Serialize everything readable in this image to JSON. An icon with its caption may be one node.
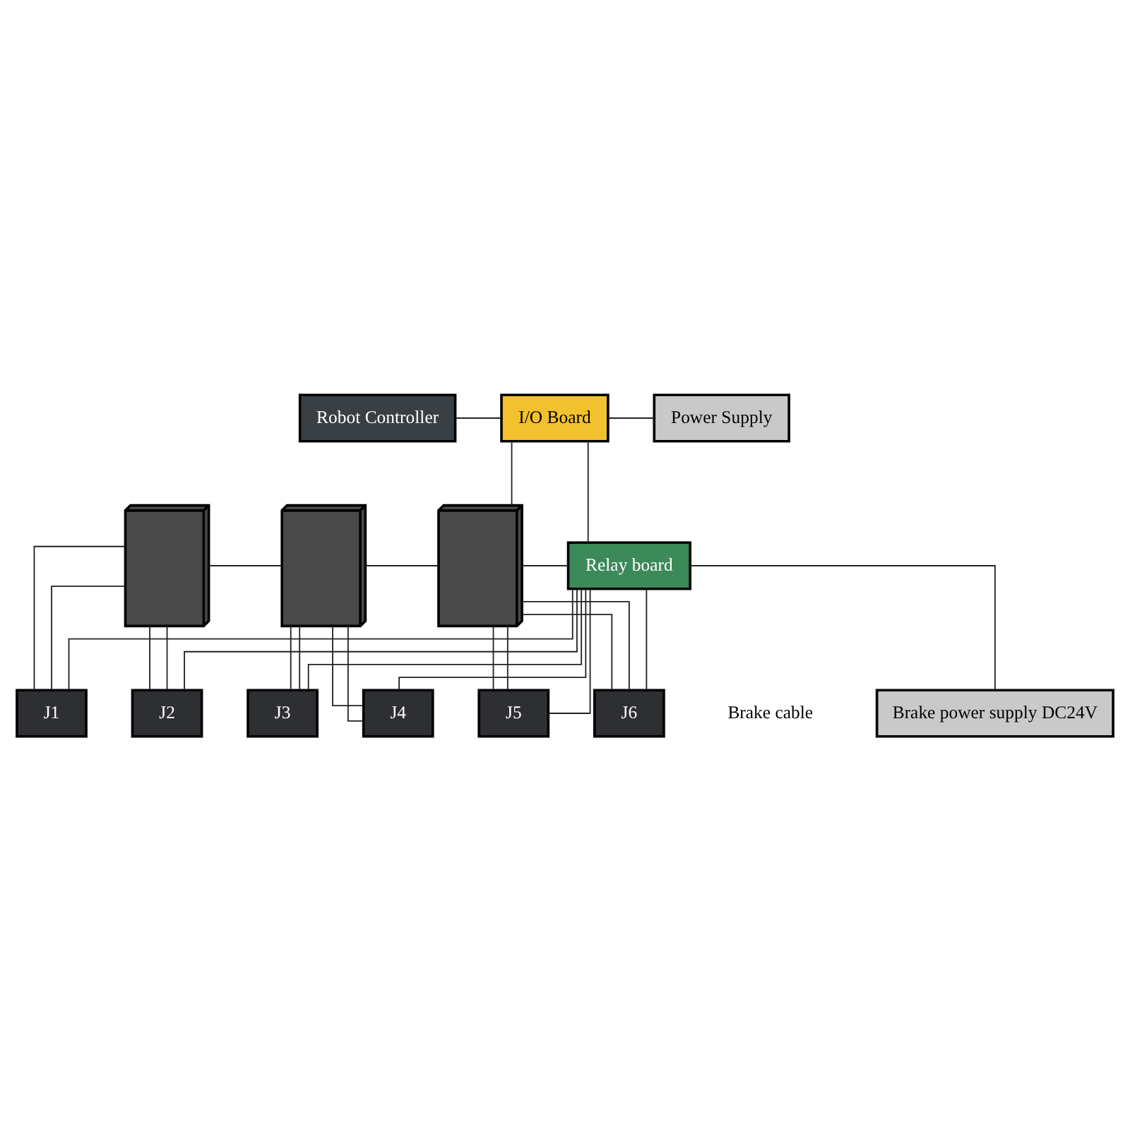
{
  "diagram": {
    "nodes": [
      {
        "text": [
          "Robot Controller"
        ]
      },
      {
        "text": [
          "I/O Board"
        ]
      },
      {
        "text": [
          "Power Supply"
        ]
      },
      {
        "text": [
          "Relay board"
        ]
      },
      {
        "text": [],
        "shape": "picture"
      },
      {
        "text": [],
        "shape": "picture"
      },
      {
        "text": [],
        "shape": "picture"
      },
      {
        "text": [
          "Brake power supply DC24V"
        ]
      },
      {
        "text": [
          "J1"
        ]
      },
      {
        "text": [
          "J3"
        ]
      },
      {
        "text": [
          "J5"
        ]
      },
      {
        "text": [
          "J2"
        ]
      },
      {
        "text": [
          "J4"
        ]
      },
      {
        "text": [
          "J6"
        ]
      }
    ],
    "edges": [
      {
        "from": 0,
        "to": 1,
        "arrow": "none"
      },
      {
        "from": 1,
        "to": 2,
        "arrow": "none"
      },
      {
        "from": 1,
        "to": 3,
        "arrow": "none"
      },
      {
        "from": 1,
        "to": 6,
        "arrow": "none"
      },
      {
        "from": 4,
        "to": 5,
        "arrow": "none"
      },
      {
        "from": 5,
        "to": 6,
        "arrow": "none"
      },
      {
        "from": 6,
        "to": 3,
        "arrow": "none"
      },
      {
        "from": 7,
        "to": 3,
        "arrow": "none"
      },
      {
        "from": 4,
        "to": 8,
        "arrow": "none"
      },
      {
        "from": 4,
        "to": 8,
        "arrow": "none"
      },
      {
        "from": 4,
        "to": 11,
        "arrow": "none"
      },
      {
        "from": 4,
        "to": 11,
        "arrow": "none"
      },
      {
        "from": 5,
        "to": 9,
        "arrow": "none"
      },
      {
        "from": 5,
        "to": 9,
        "arrow": "none"
      },
      {
        "from": 5,
        "to": 12,
        "arrow": "none"
      },
      {
        "from": 5,
        "to": 12,
        "arrow": "none"
      },
      {
        "from": 6,
        "to": 10,
        "arrow": "none"
      },
      {
        "from": 6,
        "to": 10,
        "arrow": "none"
      },
      {
        "from": 6,
        "to": 13,
        "arrow": "none"
      },
      {
        "from": 6,
        "to": 13,
        "arrow": "none"
      },
      {
        "from": 3,
        "to": 10,
        "arrow": "none"
      },
      {
        "from": 3,
        "to": 9,
        "arrow": "none"
      },
      {
        "from": 3,
        "to": 8,
        "arrow": "none"
      },
      {
        "from": 3,
        "to": 13,
        "arrow": "none"
      },
      {
        "from": 3,
        "to": 12,
        "arrow": "none"
      },
      {
        "from": 3,
        "to": 11,
        "arrow": "none"
      }
    ],
    "labels": [
      "Brake cable"
    ]
  }
}
